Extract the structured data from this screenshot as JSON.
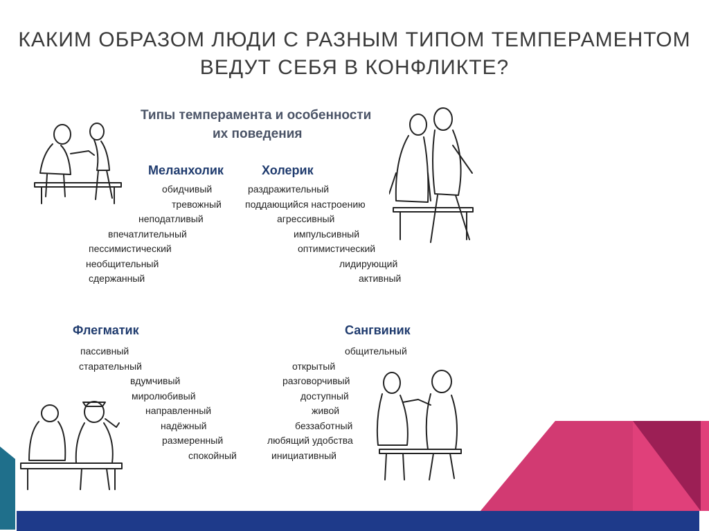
{
  "title": {
    "line1": "КАКИМ ОБРАЗОМ ЛЮДИ С РАЗНЫМ ТИПОМ ТЕМПЕРАМЕНТОМ",
    "line2": "ВЕДУТ СЕБЯ В КОНФЛИКТЕ?"
  },
  "subtitle": {
    "line1": "Типы темперамента и особенности",
    "line2": "их поведения"
  },
  "types": {
    "melancholic": {
      "name": "Меланхолик",
      "traits": [
        "обидчивый",
        "тревожный",
        "неподатливый",
        "впечатлительный",
        "пессимистический",
        "необщительный",
        "сдержанный"
      ]
    },
    "choleric": {
      "name": "Холерик",
      "traits": [
        "раздражительный",
        "поддающийся настроению",
        "агрессивный",
        "импульсивный",
        "оптимистический",
        "лидирующий",
        "активный"
      ]
    },
    "phlegmatic": {
      "name": "Флегматик",
      "traits": [
        "пассивный",
        "старательный",
        "вдумчивый",
        "миролюбивый",
        "направленный",
        "надёжный",
        "размеренный",
        "спокойный"
      ]
    },
    "sanguine": {
      "name": "Сангвиник",
      "traits": [
        "общительный",
        "открытый",
        "разговорчивый",
        "доступный",
        "живой",
        "беззаботный",
        "любящий удобства",
        "инициативный"
      ]
    }
  },
  "colors": {
    "accent_blue": "#1e3a8a",
    "accent_pink": "#e0407a",
    "accent_magenta": "#9c1f55",
    "accent_teal": "#1f6f8b",
    "heading_blue": "#1f3b6e"
  }
}
